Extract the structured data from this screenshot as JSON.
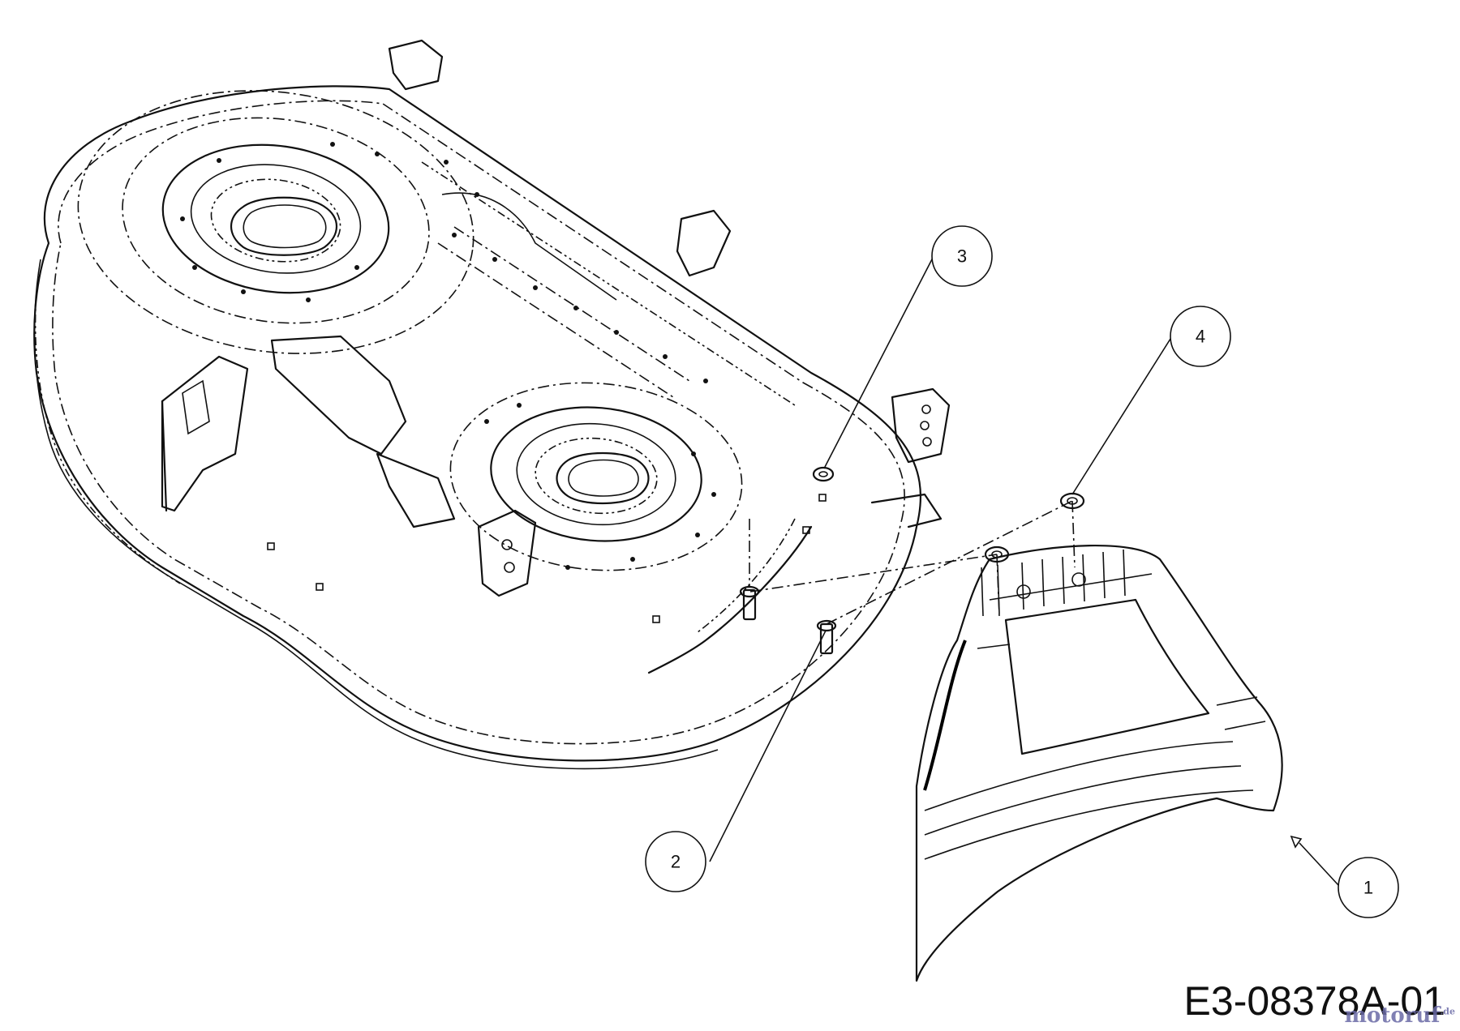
{
  "drawing": {
    "number": "E3-08378A-01",
    "watermark_main": "motoruf",
    "watermark_suffix": ".de"
  },
  "callouts": [
    {
      "label": "1"
    },
    {
      "label": "2"
    },
    {
      "label": "3"
    },
    {
      "label": "4"
    }
  ],
  "colors": {
    "line": "#111111",
    "background": "#ffffff",
    "watermark": "#6a6aa6"
  }
}
